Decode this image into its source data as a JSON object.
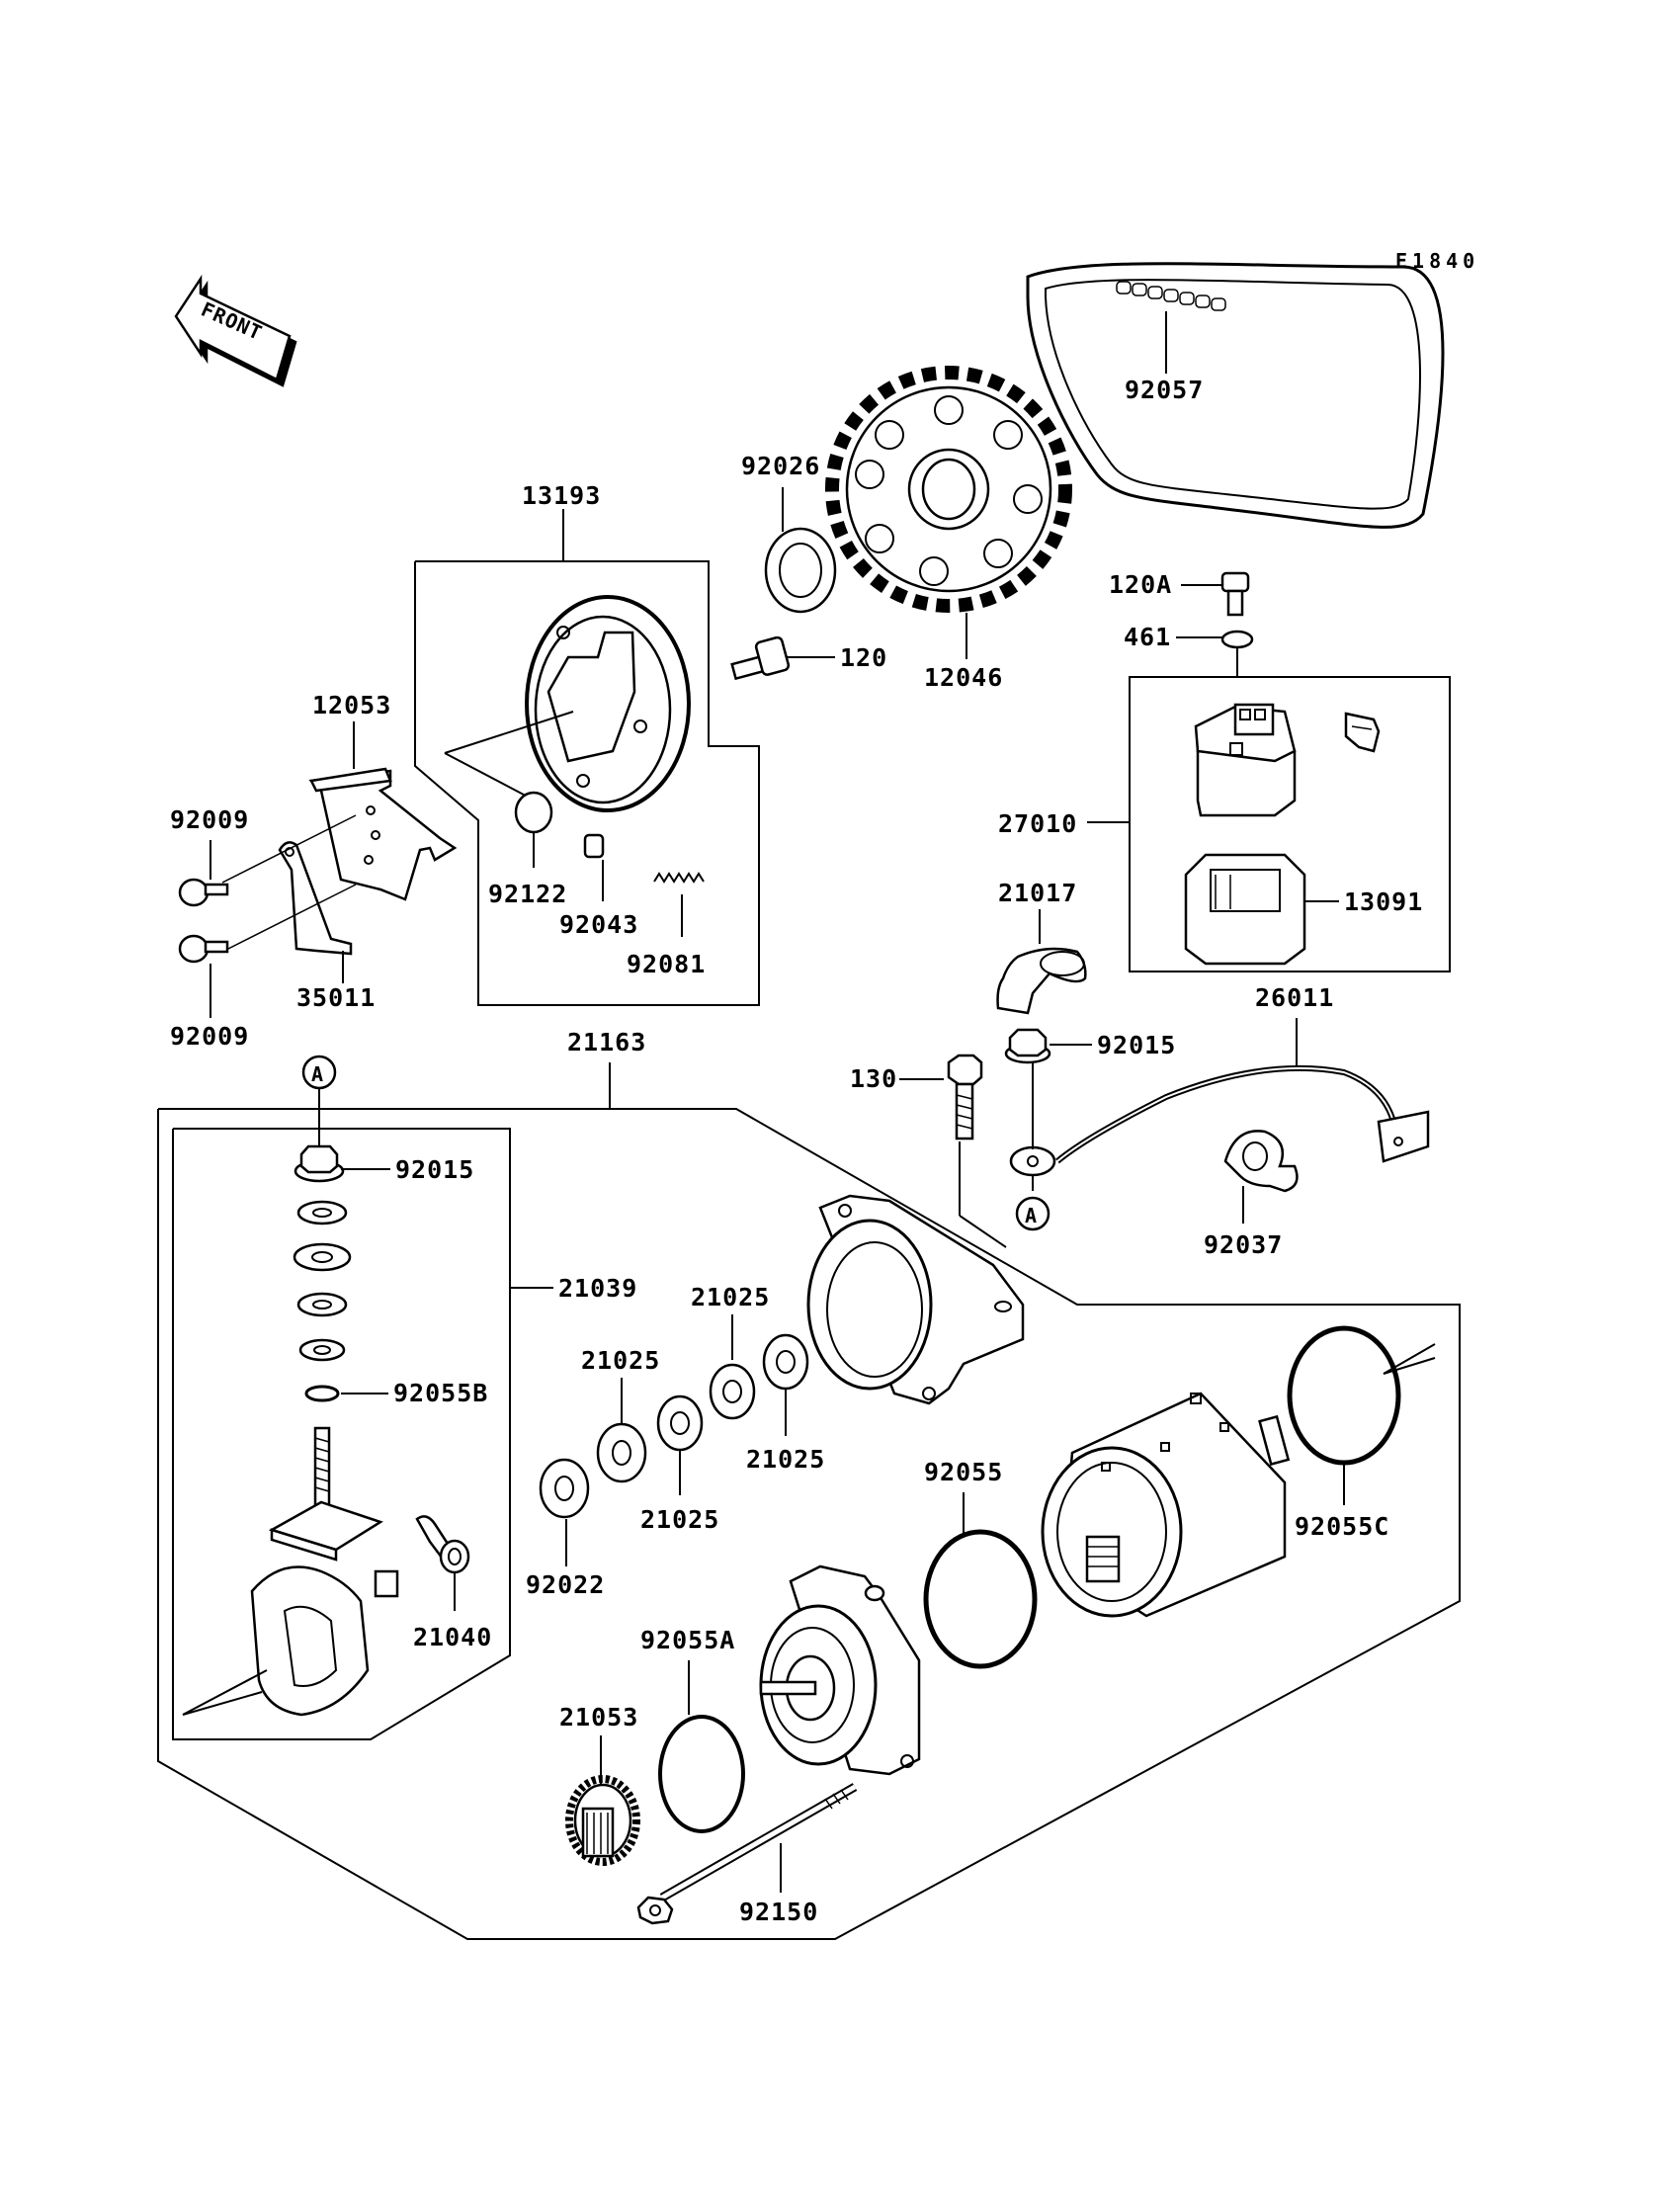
{
  "diagram": {
    "code": "E1840",
    "front_label": "FRONT",
    "ref_marker": "A",
    "parts": {
      "p92057": "92057",
      "p92026": "92026",
      "p13193": "13193",
      "p120": "120",
      "p12046": "12046",
      "p120A": "120A",
      "p461": "461",
      "p12053": "12053",
      "p92009a": "92009",
      "p92009b": "92009",
      "p35011": "35011",
      "p92122": "92122",
      "p92043": "92043",
      "p92081": "92081",
      "p27010": "27010",
      "p13091": "13091",
      "p21017": "21017",
      "p26011": "26011",
      "p21163": "21163",
      "p92015a": "92015",
      "p92015b": "92015",
      "p130": "130",
      "p92037": "92037",
      "p21039": "21039",
      "p92055B": "92055B",
      "p21025a": "21025",
      "p21025b": "21025",
      "p21025c": "21025",
      "p21025d": "21025",
      "p92022": "92022",
      "p92055": "92055",
      "p92055C": "92055C",
      "p21040": "21040",
      "p92055A": "92055A",
      "p21053": "21053",
      "p92150": "92150"
    }
  }
}
